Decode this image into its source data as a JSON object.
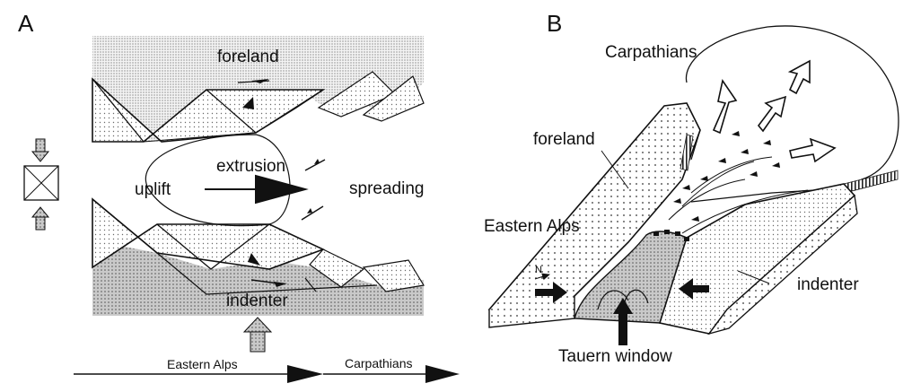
{
  "panel_a": {
    "letter": "A",
    "foreland": "foreland",
    "extrusion": "extrusion",
    "uplift": "uplift",
    "spreading": "spreading",
    "indenter": "indenter",
    "axis_left": "Eastern Alps",
    "axis_right": "Carpathians"
  },
  "panel_b": {
    "letter": "B",
    "carpathians": "Carpathians",
    "foreland": "foreland",
    "eastern_alps": "Eastern Alps",
    "indenter": "indenter",
    "tauern_window": "Tauern window",
    "north_mark": "N"
  },
  "colors": {
    "ink": "#111111",
    "stipple": "#8a8a8a",
    "light_fill": "#e6e6e6",
    "mid_fill": "#bdbdbd"
  }
}
